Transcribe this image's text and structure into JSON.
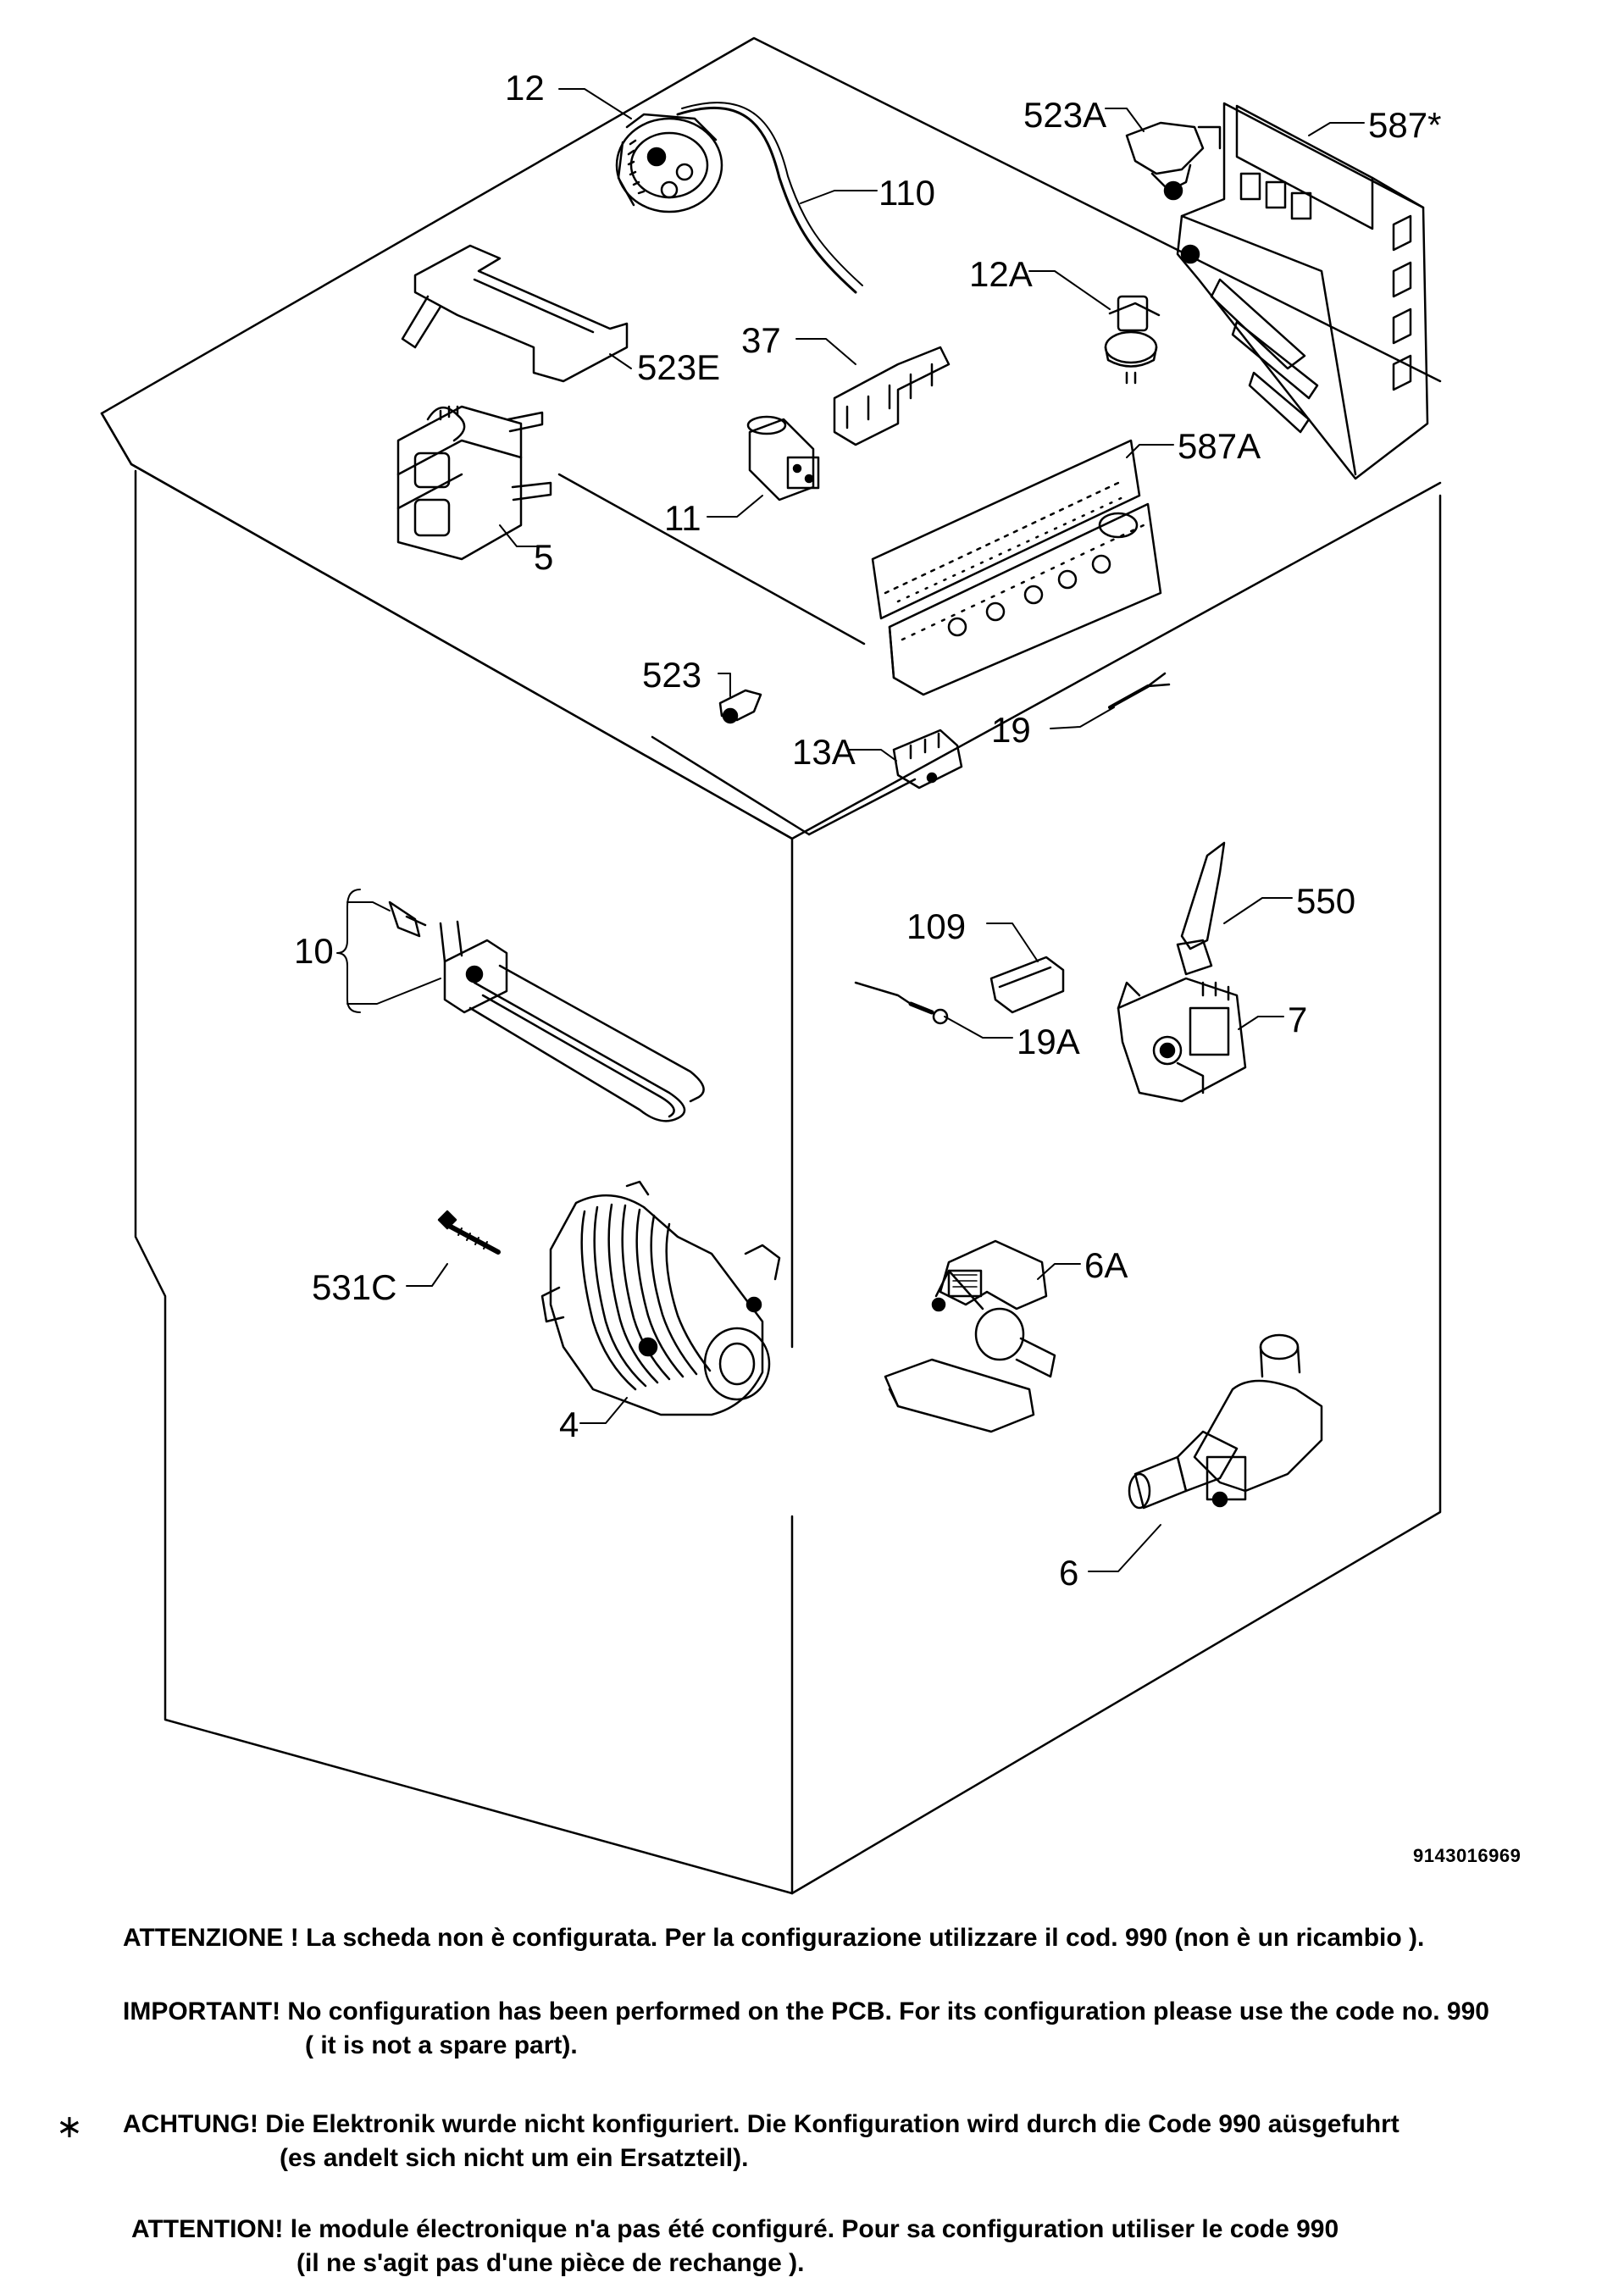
{
  "callouts": {
    "c12": "12",
    "c110": "110",
    "c523a": "523A",
    "c587star": "587*",
    "c12a": "12A",
    "c523e": "523E",
    "c37": "37",
    "c587a": "587A",
    "c11": "11",
    "c5": "5",
    "c523": "523",
    "c19": "19",
    "c13a": "13A",
    "c10": "10",
    "c109": "109",
    "c550": "550",
    "c7": "7",
    "c19a": "19A",
    "c531c": "531C",
    "c6a": "6A",
    "c4": "4",
    "c6": "6"
  },
  "doc_number": "9143016969",
  "notes": {
    "italian": "ATTENZIONE ! La scheda non è configurata. Per la configurazione utilizzare il cod. 990 (non è un ricambio ).",
    "english_line1": "IMPORTANT! No configuration has been performed on the PCB. For its configuration please use the code no. 990",
    "english_line2": "( it is not a spare part).",
    "german_marker": "∗",
    "german_line1": "ACHTUNG! Die Elektronik wurde nicht konfiguriert. Die Konfiguration wird durch die Code 990 aüsgefuhrt",
    "german_line2": "(es andelt sich nicht um ein Ersatzteil).",
    "french_line1": "ATTENTION! le module électronique n'a pas été configuré. Pour  sa configuration utiliser le code 990",
    "french_line2": "(il ne s'agit pas d'une pièce de rechange )."
  }
}
